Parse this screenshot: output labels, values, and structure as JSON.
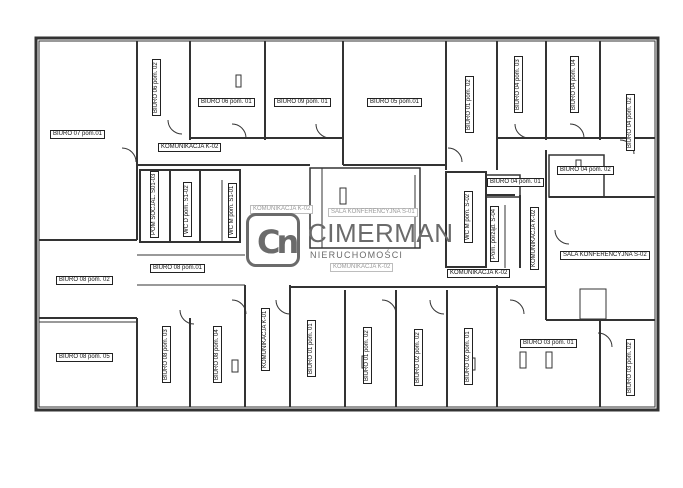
{
  "rooms": {
    "biuro_07_01": "BIURO 07 pom.01",
    "biuro_06_02": "BIURO 06 pom. 02",
    "biuro_06_01": "BIURO 06 pom. 01",
    "biuro_09_01": "BIURO 09 pom. 01",
    "biuro_05_01": "BIURO 05 pom.01",
    "biuro_01_02_top": "BIURO 01 pom. 02",
    "biuro_04_03": "BIURO 04 pom. 03",
    "biuro_04_04": "BIURO 04 pom. 04",
    "biuro_04_02_right": "BIURO 04 pom. 02",
    "biuro_04_02": "BIURO 04 pom. 02",
    "biuro_04_01": "BIURO 04 pom. 01",
    "komunikacja_k02_top": "KOMUNIKACJA K-02",
    "pom_socjal": "POM SOCJAL. S01-03",
    "wc_d": "WC D pom. S1-02",
    "wc_m_left": "WC M pom. S1-01",
    "komunikacja_k02_mid": "KOMUNIKACJA K-02",
    "sala_konf_s01": "SALA KONFERENCYJNA S-01",
    "komunikacja_k02_lower": "KOMUNIKACJA K-02",
    "wc_m_s02": "WC M pom. S-02",
    "pom_porzad": "Pom. porząd. S-04",
    "komunikacja_k02_right": "KOMUNIKACJA K-02",
    "komunikacja_k02_center": "KOMUNIKACJA K-02",
    "sala_konf_s02": "SALA KONFERENCYJNA S-02",
    "biuro_08_01": "BIURO 08 pom.01",
    "biuro_08_02": "BIURO 08 pom. 02",
    "biuro_08_05": "BIURO 08 pom. 05",
    "biuro_08_03": "BIURO 08 pom. 03",
    "biuro_08_04": "BIURO 08 pom. 04",
    "komunikacja_k01": "KOMUNIKACJA K-01",
    "biuro_01_01": "BIURO 01 pom. 01",
    "biuro_01_02_bottom": "BIURO 01 pom. 02",
    "biuro_02_02": "BIURO 02 pom. 02",
    "biuro_02_01": "BIURO 02 pom. 01",
    "biuro_03_01": "BIURO 03 pom. 01",
    "biuro_03_02": "BIURO 03 pom. 02"
  },
  "watermark": {
    "brand": "CIMERMAN",
    "sub": "NIERUCHOMOŚCI",
    "glyph": "Cn"
  },
  "colors": {
    "wall": "#333333",
    "logo": "#6b6b6b"
  }
}
